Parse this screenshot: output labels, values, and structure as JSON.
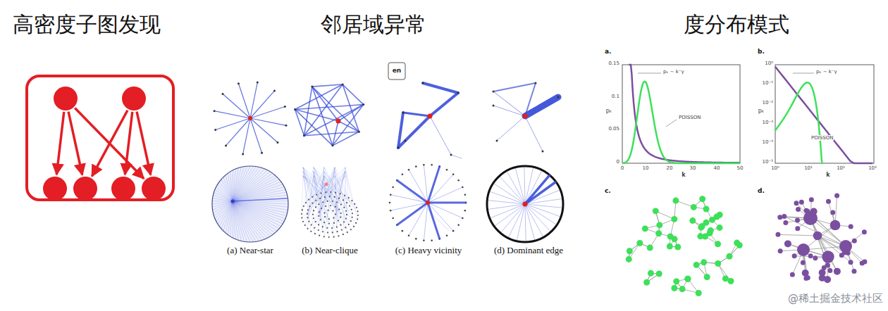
{
  "diagram": {
    "labels": [
      "高密度子图发现",
      "邻居域异常",
      "度分布模式",
      "en",
      "(a) Near-star",
      "(b) Near-clique",
      "(c) Heavy vicinity",
      "(d) Dominant edge",
      "a.",
      "0.15",
      "0.1",
      "0.05",
      "0",
      "0",
      "10",
      "20",
      "30",
      "40",
      "50",
      "pₖ",
      "k",
      "pₖ ~ k⁻γ",
      "POISSON",
      "b.",
      "10⁰",
      "10⁻¹",
      "10⁻²",
      "10⁻³",
      "10⁻⁴",
      "10⁻⁵",
      "10⁰",
      "10¹",
      "10²",
      "10³",
      "pₖ",
      "k",
      "pₖ ~ k⁻γ",
      "POISSON",
      "c.",
      "d.",
      "@稀土掘金技术社区"
    ]
  }
}
